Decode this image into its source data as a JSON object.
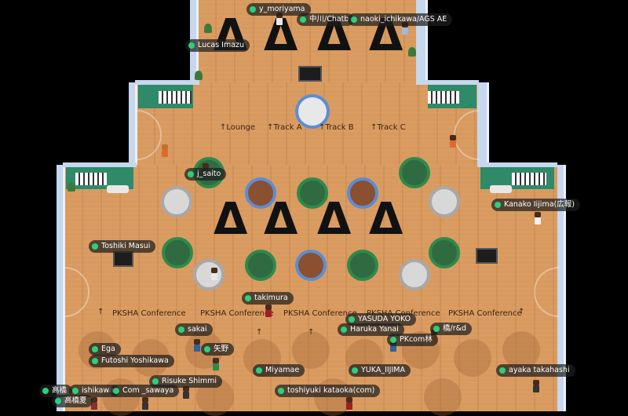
{
  "upper_zone_labels": [
    "↑Lounge",
    "↑Track A",
    "↑Track B",
    "↑Track C"
  ],
  "lower_zone_labels": [
    "PKSHA Conference",
    "PKSHA Conference",
    "PKSHA Conference",
    "PKSHA Conference",
    "PKSHA Conference"
  ],
  "big_letter": "Δ",
  "status_color": "#2ad07a",
  "players": [
    "y_moriyama",
    "中川/Chatb",
    "naoki_ichikawa/AGS AE",
    "Lucas Imazu",
    "j_saito",
    "Kanako Iijima(広報)",
    "Toshiki Masui",
    "takimura",
    "YASUDA YOKO",
    "sakai",
    "Haruka Yanai",
    "橋/r&d",
    "PKcom林",
    "Ega",
    "矢野",
    "Futoshi Yoshikawa",
    "Miyamae",
    "YUKA_IIJIMA",
    "ayaka takahashi",
    "Risuke Shimmi",
    "高橋",
    "ishikawa",
    "Com _sawaya",
    "toshiyuki kataoka(com)",
    "高橋夏"
  ]
}
